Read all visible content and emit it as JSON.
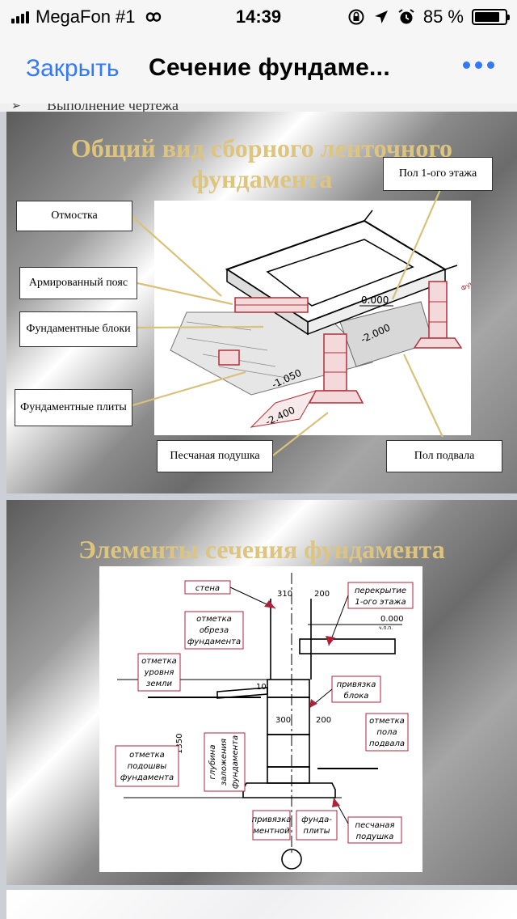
{
  "status_bar": {
    "carrier": "MegaFon #1",
    "time": "14:39",
    "battery": "85 %",
    "battery_level": 0.85,
    "icons": [
      "signal-icon",
      "vpn-link-icon",
      "orientation-lock-icon",
      "location-arrow-icon",
      "alarm-icon",
      "battery-icon"
    ]
  },
  "nav": {
    "close_label": "Закрыть",
    "title": "Сечение фундаме...",
    "more_icon": "more-dots-icon",
    "accent_color": "#3478f6"
  },
  "peek_text": "Выполнение чертежа",
  "slide1": {
    "title": "Общий вид сборного ленточного фундамента",
    "title_color": "#ddc57f",
    "labels": {
      "otmostka": "Отмостка",
      "armpoyas": "Армированный пояс",
      "blocks": "Фундаментные блоки",
      "plates": "Фундаментные плиты",
      "sand": "Песчаная подушка",
      "floor1": "Пол 1-ого этажа",
      "basement": "Пол подвала"
    },
    "marks": {
      "m0": "0.000",
      "m2": "-2.000",
      "m105": "-1.050",
      "m24": "-2.400",
      "fund": "Фундамент"
    }
  },
  "slide2": {
    "title": "Элементы сечения фундамента",
    "labels": {
      "stena": "стена",
      "obrez": [
        "отметка",
        "обреза",
        "фундамента"
      ],
      "perekr": [
        "перекрытие",
        "1-ого этажа"
      ],
      "uroven": [
        "отметка",
        "уровня",
        "земли"
      ],
      "privblok": [
        "привязка",
        "блока"
      ],
      "polpodv": [
        "отметка",
        "пола",
        "подвала"
      ],
      "podoshva": [
        "отметка",
        "подошвы",
        "фундамента"
      ],
      "pesch": [
        "песчаная",
        "подушка"
      ],
      "privment": [
        "привязка",
        "ментной"
      ],
      "fundplity": [
        "фунда-",
        "плиты"
      ],
      "glubina": [
        "глубина",
        "заложения",
        "фундамента"
      ]
    },
    "dims": {
      "d310": "310",
      "d200a": "200",
      "d000": "0.000",
      "d10": "10",
      "d300": "300",
      "d200b": "200",
      "d1350": "1350",
      "chpl": "ч.п.п."
    }
  }
}
